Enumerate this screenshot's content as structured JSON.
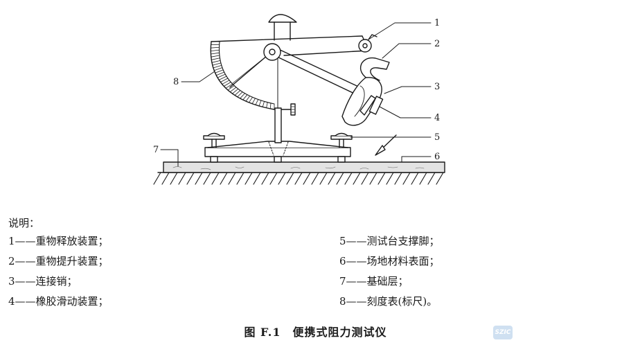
{
  "callouts": [
    "1",
    "2",
    "3",
    "4",
    "5",
    "6",
    "7",
    "8"
  ],
  "legend": {
    "title": "说明：",
    "items": [
      {
        "num": "1",
        "text": "1——重物释放装置；"
      },
      {
        "num": "2",
        "text": "2——重物提升装置；"
      },
      {
        "num": "3",
        "text": "3——连接销；"
      },
      {
        "num": "4",
        "text": "4——橡胶滑动装置；"
      },
      {
        "num": "5",
        "text": "5——测试台支撑脚；"
      },
      {
        "num": "6",
        "text": "6——场地材料表面；"
      },
      {
        "num": "7",
        "text": "7——基础层；"
      },
      {
        "num": "8",
        "text": "8——刻度表(标尺)。"
      }
    ]
  },
  "caption": "图 F.1　便携式阻力测试仪",
  "watermark": "SZIC",
  "colors": {
    "line": "#1a1a1a",
    "surface_fill": "#e3e3e3",
    "watermark_bg": "#cfe0f1"
  }
}
